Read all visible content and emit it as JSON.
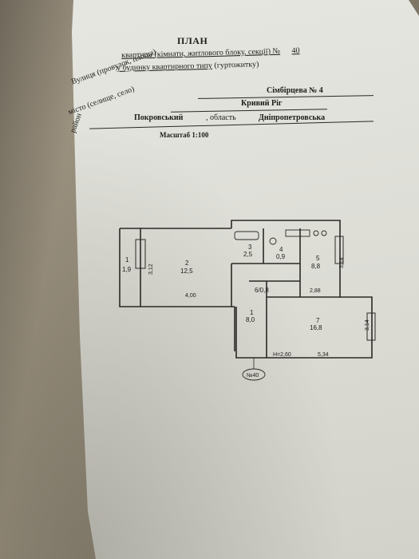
{
  "header": {
    "title": "ПЛАН",
    "line1_label": "квартири (кімнати, житлового блоку, секції) №",
    "line1_number": "40",
    "line2_text": "у будинку квартирного типу",
    "line2_note": "(гуртожитку)"
  },
  "address": {
    "street_label": "Вулиця (провулок, площа)",
    "street_value": "Сімбірцева № 4",
    "city_label": "місто (селище, село)",
    "city_value": "Кривий Ріг",
    "district_label": "район",
    "district_value": "Покровський",
    "region_label": ", область",
    "region_value": "Дніпропетровська"
  },
  "scale": "Масштаб 1:100",
  "floor_plan": {
    "rooms": [
      {
        "number": "1",
        "area": "1,9"
      },
      {
        "number": "2",
        "area": "12,5"
      },
      {
        "number": "3",
        "area": "2,5"
      },
      {
        "number": "4",
        "area": "0,9"
      },
      {
        "number": "5",
        "area": "8,8"
      },
      {
        "number": "1",
        "area": "8,0"
      },
      {
        "number": "7",
        "area": "16,8"
      }
    ],
    "closet_label": "6/0,8",
    "dimensions": [
      "3,12",
      "4,00",
      "3,14",
      "2,88",
      "3,14",
      "5,34"
    ],
    "height_label": "H=2,60",
    "apartment_marker": "№40"
  }
}
